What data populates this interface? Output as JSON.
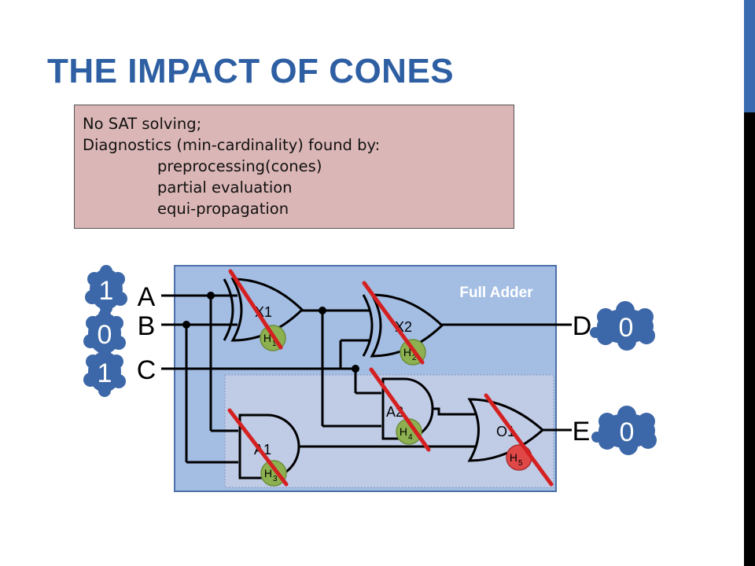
{
  "slide": {
    "title": "THE IMPACT OF CONES"
  },
  "notes": {
    "lines": [
      "No SAT solving;",
      "Diagnostics (min-cardinality) found by:",
      "preprocessing(cones)",
      "partial evaluation",
      "equi-propagation"
    ]
  },
  "circuit": {
    "title": "Full Adder",
    "inputs": [
      {
        "name": "A",
        "value": "1"
      },
      {
        "name": "B",
        "value": "0"
      },
      {
        "name": "C",
        "value": "1"
      }
    ],
    "outputs": [
      {
        "name": "D",
        "value": "0"
      },
      {
        "name": "E",
        "value": "0"
      }
    ],
    "gates": [
      {
        "label": "X1",
        "health": "H",
        "health_sub": "1"
      },
      {
        "label": "X2",
        "health": "H",
        "health_sub": "2"
      },
      {
        "label": "A1",
        "health": "H",
        "health_sub": "3"
      },
      {
        "label": "A2",
        "health": "H",
        "health_sub": "4"
      },
      {
        "label": "O1",
        "health": "H",
        "health_sub": "5"
      }
    ],
    "colors": {
      "adder_bg": "#a3bde3",
      "cone_bg": "#c0cbe6",
      "cloud": "#3c67a8",
      "health_ok": "#8db150",
      "health_fault": "#e04848",
      "strike": "#d42020"
    }
  }
}
